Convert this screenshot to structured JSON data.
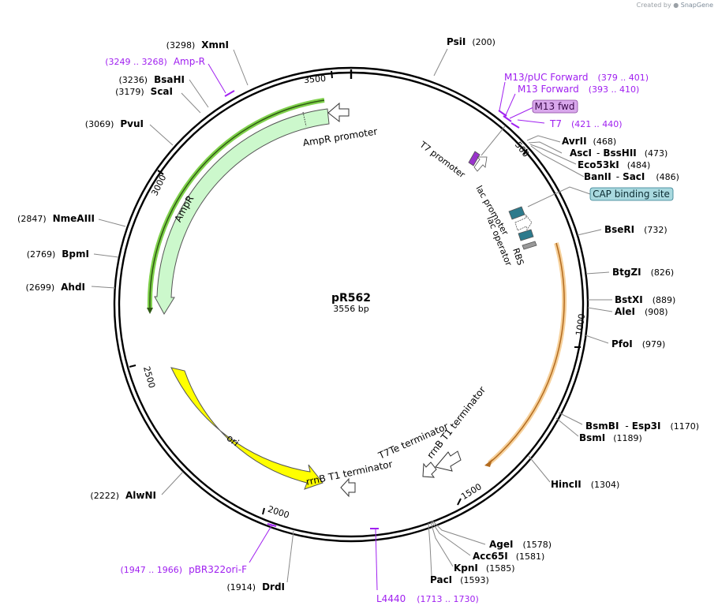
{
  "credit": {
    "created_by": "Created by",
    "brand": "SnapGene"
  },
  "plasmid": {
    "name": "pR562",
    "size_label": "3556 bp"
  },
  "ticks": [
    {
      "label": "500",
      "pos": 500
    },
    {
      "label": "1000",
      "pos": 1000
    },
    {
      "label": "1500",
      "pos": 1500
    },
    {
      "label": "2000",
      "pos": 2000
    },
    {
      "label": "2500",
      "pos": 2500
    },
    {
      "label": "3000",
      "pos": 3000
    },
    {
      "label": "3500",
      "pos": 3500
    }
  ],
  "enzymes": [
    {
      "name": "PsiI",
      "coord": "(200)"
    },
    {
      "name": "AvrII",
      "coord": "(468)"
    },
    {
      "name": "AscI",
      "coord": "",
      "sep": "-",
      "name2": "BssHII",
      "coord2": "(473)"
    },
    {
      "name": "Eco53kI",
      "coord": "(484)"
    },
    {
      "name": "BanII",
      "coord": "",
      "sep": "-",
      "name2": "SacI",
      "coord2": "(486)"
    },
    {
      "name": "BseRI",
      "coord": "(732)"
    },
    {
      "name": "BtgZI",
      "coord": "(826)"
    },
    {
      "name": "BstXI",
      "coord": "(889)"
    },
    {
      "name": "AleI",
      "coord": "(908)"
    },
    {
      "name": "PfoI",
      "coord": "(979)"
    },
    {
      "name": "BsmBI",
      "coord": "",
      "sep": "-",
      "name2": "Esp3I",
      "coord2": "(1170)"
    },
    {
      "name": "BsmI",
      "coord": "(1189)"
    },
    {
      "name": "HincII",
      "coord": "(1304)"
    },
    {
      "name": "AgeI",
      "coord": "(1578)"
    },
    {
      "name": "Acc65I",
      "coord": "(1581)"
    },
    {
      "name": "KpnI",
      "coord": "(1585)"
    },
    {
      "name": "PacI",
      "coord": "(1593)"
    },
    {
      "name": "DrdI",
      "coord": "(1914)"
    },
    {
      "name": "AlwNI",
      "coord": "(2222)"
    },
    {
      "name": "AhdI",
      "coord": "(2699)"
    },
    {
      "name": "BpmI",
      "coord": "(2769)"
    },
    {
      "name": "NmeAIII",
      "coord": "(2847)"
    },
    {
      "name": "PvuI",
      "coord": "(3069)"
    },
    {
      "name": "ScaI",
      "coord": "(3179)"
    },
    {
      "name": "BsaHI",
      "coord": "(3236)"
    },
    {
      "name": "XmnI",
      "coord": "(3298)"
    }
  ],
  "primers": [
    {
      "name": "Amp-R",
      "range": "(3249 .. 3268)"
    },
    {
      "name": "M13/pUC Forward",
      "range": "(379 .. 401)"
    },
    {
      "name": "M13 Forward",
      "range": "(393 .. 410)"
    },
    {
      "name": "T7",
      "range": "(421 .. 440)"
    },
    {
      "name": "pBR322ori-F",
      "range": "(1947 .. 1966)"
    },
    {
      "name": "L4440",
      "range": "(1713 .. 1730)"
    }
  ],
  "boxed_labels": [
    {
      "name": "M13 fwd",
      "color": "#d9a8ec"
    },
    {
      "name": "CAP binding site",
      "color": "#a9d9df"
    }
  ],
  "features": [
    {
      "name": "AmpR",
      "color": "#ccf8cc"
    },
    {
      "name": "AmpR promoter",
      "color": "#ffffff"
    },
    {
      "name": "ori",
      "color": "#ffff00"
    },
    {
      "name": "T7 promoter",
      "color": "#9933cc"
    },
    {
      "name": "lac promoter",
      "color": "#2d7a8c"
    },
    {
      "name": "lac operator",
      "color": "#2d7a8c"
    },
    {
      "name": "RBS",
      "color": "#999999"
    },
    {
      "name": "rrnB T1 terminator",
      "color": "#ffffff"
    },
    {
      "name": "T7Te terminator",
      "color": "#ffffff"
    },
    {
      "name": "rrnB T1 terminator",
      "color": "#ffffff"
    }
  ],
  "colors": {
    "primer": "#a020f0",
    "orf_highlight": "#e8a040",
    "amp_highlight": "#7fd14b"
  }
}
